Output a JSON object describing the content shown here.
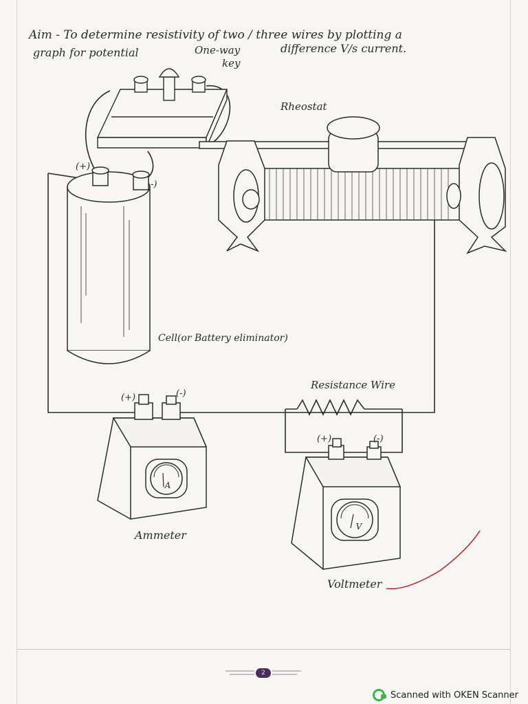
{
  "aim": {
    "line1": "Aim - To determine resistivity of two / three wires by plotting a",
    "line2": "graph for potential",
    "line2b": "difference V/s current.",
    "key_label_1": "One-way",
    "key_label_2": "key"
  },
  "labels": {
    "rheostat": "Rheostat",
    "cell": "Cell(or Battery eliminator)",
    "resistance_wire": "Resistance Wire",
    "ammeter": "Ammeter",
    "voltmeter": "Voltmeter",
    "plus": "(+)",
    "minus": "(-)",
    "minus_short": "-)",
    "ammeter_symbol": "A",
    "voltmeter_symbol": "V"
  },
  "footer": {
    "page_number": "2",
    "scanner_text": "Scanned with OKEN Scanner"
  },
  "colors": {
    "ink": "#2b2b2b",
    "red_pen": "#c0202a",
    "paper": "#f7f6f2",
    "scanner_green": "#39b54a"
  }
}
